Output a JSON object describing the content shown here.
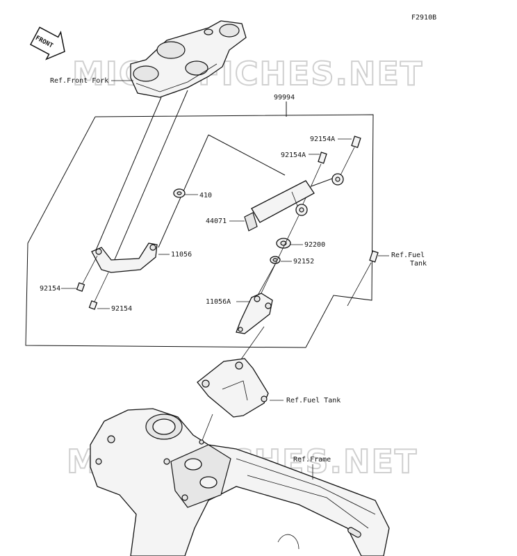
{
  "figure_code": "F2910B",
  "front_badge": "FRONT",
  "watermark": "MICROFICHES.NET",
  "labels": {
    "ref_front_fork": "Ref.Front Fork",
    "kit_99994": "99994",
    "p92154A_1": "92154A",
    "p92154A_2": "92154A",
    "p410": "410",
    "p44071": "44071",
    "p11056": "11056",
    "p92200": "92200",
    "p92152": "92152",
    "p92154_1": "92154",
    "p92154_2": "92154",
    "p11056A": "11056A",
    "ref_fuel_tank_1_line1": "Ref.Fuel",
    "ref_fuel_tank_1_line2": "Tank",
    "ref_fuel_tank_2": "Ref.Fuel Tank",
    "ref_frame": "Ref.Frame"
  },
  "colors": {
    "ink": "#111111",
    "watermark_stroke": "#d0d0d0",
    "background": "#ffffff"
  }
}
